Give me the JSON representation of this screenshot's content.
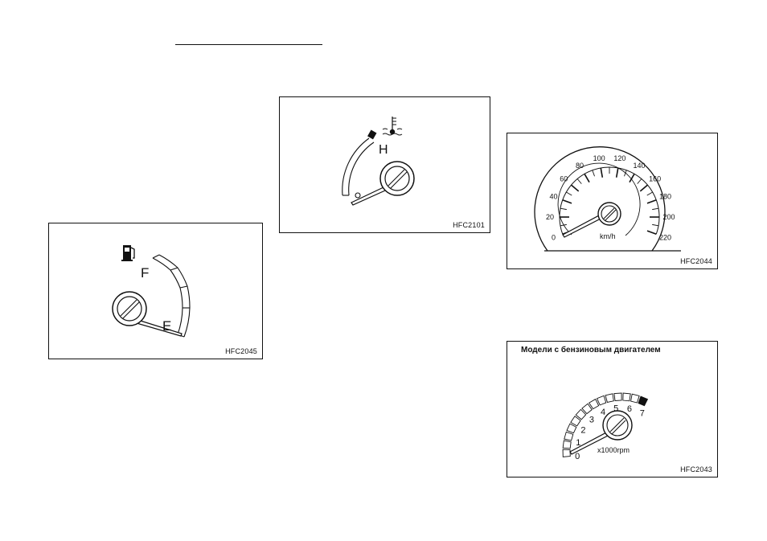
{
  "figures": {
    "fuel": {
      "code": "HFC2045",
      "full_label": "F",
      "empty_label": "E",
      "fuel_icon": "fuel-pump-icon"
    },
    "temp": {
      "code": "HFC2101",
      "hot_label": "H",
      "temp_icon": "coolant-temperature-icon"
    },
    "speed": {
      "code": "HFC2044",
      "unit": "km/h",
      "ticks": [
        "0",
        "20",
        "40",
        "60",
        "80",
        "100",
        "120",
        "140",
        "160",
        "180",
        "200",
        "220"
      ],
      "value": 0
    },
    "tacho": {
      "code": "HFC2043",
      "title": "Модели с бензиновым двигателем",
      "unit": "x1000rpm",
      "ticks": [
        "0",
        "1",
        "2",
        "3",
        "4",
        "5",
        "6",
        "7"
      ],
      "value": 0
    }
  }
}
